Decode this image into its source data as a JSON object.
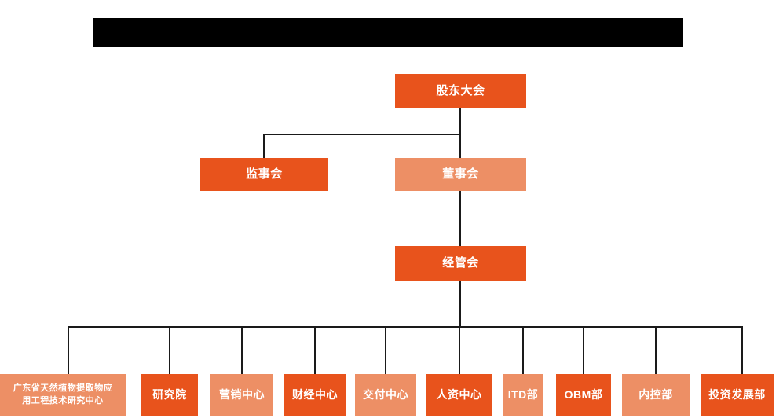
{
  "chart": {
    "type": "org-chart",
    "title_bar": {
      "label": "",
      "state": "redacted",
      "color": "#000000"
    },
    "colors": {
      "dark_orange": "#E8531C",
      "light_orange": "#ED8F65",
      "line": "#1a1a1a",
      "background": "#ffffff",
      "text": "#ffffff"
    },
    "levels": [
      {
        "level": 1,
        "nodes": [
          {
            "id": "shareholders",
            "label": "股东大会",
            "tone": "dark"
          }
        ]
      },
      {
        "level": 2,
        "nodes": [
          {
            "id": "supervisory",
            "label": "监事会",
            "tone": "dark"
          },
          {
            "id": "board",
            "label": "董事会",
            "tone": "light"
          }
        ]
      },
      {
        "level": 3,
        "nodes": [
          {
            "id": "management",
            "label": "经管会",
            "tone": "dark"
          }
        ]
      },
      {
        "level": 4,
        "nodes": [
          {
            "id": "gd-research-center",
            "label": "广东省天然植物提取物应用工程技术研究中心",
            "line1": "广东省天然植物提取物应",
            "line2": "用工程技术研究中心",
            "tone": "light"
          },
          {
            "id": "research-institute",
            "label": "研究院",
            "tone": "dark"
          },
          {
            "id": "marketing-center",
            "label": "营销中心",
            "tone": "light"
          },
          {
            "id": "finance-center",
            "label": "财经中心",
            "tone": "dark"
          },
          {
            "id": "delivery-center",
            "label": "交付中心",
            "tone": "light"
          },
          {
            "id": "hr-center",
            "label": "人资中心",
            "tone": "dark"
          },
          {
            "id": "itd-dept",
            "label": "ITD部",
            "tone": "light"
          },
          {
            "id": "obm-dept",
            "label": "OBM部",
            "tone": "dark"
          },
          {
            "id": "internal-control-dept",
            "label": "内控部",
            "tone": "light"
          },
          {
            "id": "investment-development-dept",
            "label": "投资发展部",
            "tone": "dark"
          }
        ]
      }
    ]
  }
}
